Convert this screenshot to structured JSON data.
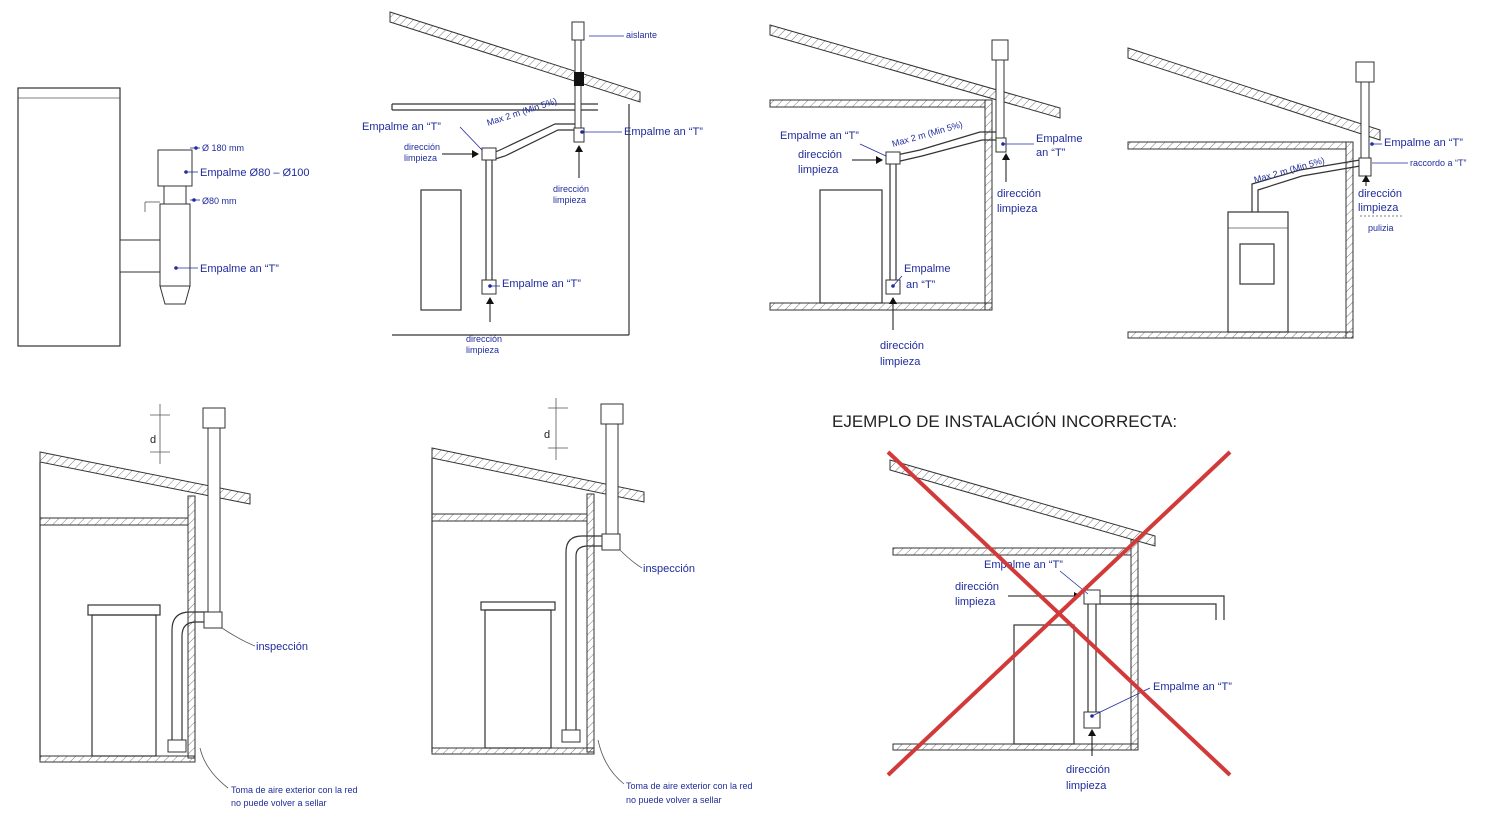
{
  "diagram": {
    "fig1": {
      "d180": "Ø 180 mm",
      "empalme_reduccion": "Empalme Ø80 – Ø100",
      "d80": "Ø80 mm",
      "empalme_t": "Empalme an “T”"
    },
    "fig2": {
      "aislante": "aislante",
      "empalme_t_left": "Empalme an “T”",
      "empalme_t_right": "Empalme an “T”",
      "empalme_t_bottom": "Empalme an “T”",
      "direccion_left_1": "dirección",
      "direccion_left_2": "limpieza",
      "direccion_right_1": "dirección",
      "direccion_right_2": "limpieza",
      "direccion_bottom_1": "dirección",
      "direccion_bottom_2": "limpieza",
      "slope": "Max 2 m (Min 5%)"
    },
    "fig3": {
      "empalme_t_left": "Empalme an “T”",
      "empalme_t_right_1": "Empalme",
      "empalme_t_right_2": "an “T”",
      "empalme_t_bottom_1": "Empalme",
      "empalme_t_bottom_2": "an “T”",
      "direccion_left_1": "dirección",
      "direccion_left_2": "limpieza",
      "direccion_right_1": "dirección",
      "direccion_right_2": "limpieza",
      "direccion_bottom_1": "dirección",
      "direccion_bottom_2": "limpieza",
      "slope": "Max 2 m (Min 5%)"
    },
    "fig4": {
      "empalme_t": "Empalme an “T”",
      "raccordo": "raccordo a “T”",
      "direccion_1": "dirección",
      "direccion_2": "limpieza",
      "pulizia": "pulizia",
      "slope": "Max 2 m (Min 5%)"
    },
    "fig5": {
      "d": "d",
      "inspeccion": "inspección",
      "toma_1": "Toma de aire exterior con la red",
      "toma_2": "no puede volver a sellar"
    },
    "fig6": {
      "d": "d",
      "inspeccion": "inspección",
      "toma_1": "Toma de aire exterior con la red",
      "toma_2": "no puede volver a sellar"
    },
    "fig7": {
      "title": "EJEMPLO DE INSTALACIÓN INCORRECTA:",
      "empalme_t_top": "Empalme an “T”",
      "empalme_t_bottom": "Empalme an “T”",
      "direccion_left_1": "dirección",
      "direccion_left_2": "limpieza",
      "direccion_bottom_1": "dirección",
      "direccion_bottom_2": "limpieza"
    }
  },
  "colors": {
    "label_blue": "#1f2c9c",
    "cross_red": "#d23a3a",
    "line": "#333333"
  }
}
